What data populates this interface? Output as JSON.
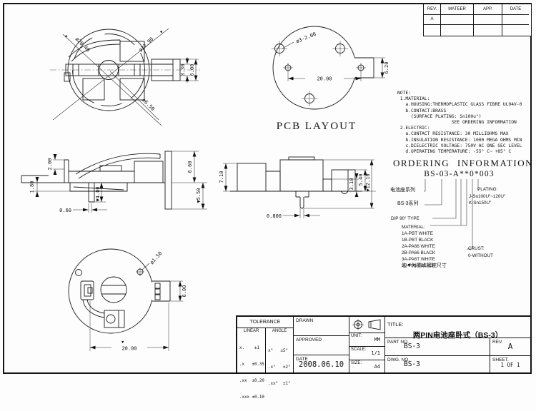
{
  "meta": {
    "background": "#fdfdfd",
    "line_color": "#1a1a1a"
  },
  "symbols": {
    "key": "▼"
  },
  "rev_table": {
    "col_rev": "REV.",
    "col_mateer": "MATEER",
    "col_app": "APP.",
    "col_date": "DATE",
    "rev_value": "A"
  },
  "note": {
    "lines": [
      "NOTE:",
      " 1.MATERIAL:",
      "   a.HOUSING:THERMOPLASTIC GLASS FIBRE UL94V-0",
      "   b.CONTACT:BRASS",
      "     (SURFACE PLATING: Sn100u\")",
      "                    SEE ORDERING INFORMATION",
      " 2.ELECTRIC:",
      "   a.CONTACT RESISTANCE: 30 MILLIOHMS MAX",
      "   b.INSULATION RESISTANCE: 1000 MEGA OHMS MIN",
      "   c.DIELECTRIC VOLTAGE: 750V AC ONE SEC LEVEL",
      "   d.OPERATING TEMPERATURE: -55° C~ +85° C"
    ]
  },
  "ordering": {
    "title": "ORDERING INFORMATION",
    "code": "BS-03-A**0*003",
    "series_label": "电池座系列",
    "series2_label": "BS-3系列",
    "dip_label": "DIP 90° TYPE",
    "material_title": "MATERIAL:",
    "materials": [
      "1A-PBT WHITE",
      "1B-PBT BLACK",
      "2A-PA66 WHITE",
      "2B-PA66 BLACK",
      "3A-PA6T WHITE",
      "3B-PA6T BLACK"
    ],
    "plating_title": "PLATING:",
    "plating_lines": [
      "J-Sn100U\"~120U\"",
      "K-Sn150U\""
    ],
    "crust_title": "CRUST:",
    "crust_line": "0-WITHOUT",
    "key_note": "注▼为重点管控尺寸"
  },
  "views": {
    "top": {
      "d_inner": "ø20.40",
      "d_outer": "ø22.90",
      "d_hole": "ø6.50",
      "tab_h": "6.00",
      "tab_inner": "3.30"
    },
    "pcb": {
      "label": "PCB LAYOUT",
      "holes": "ø3-2.00",
      "pitch": "20.00",
      "tab": "6.20"
    },
    "side_a": {
      "d1": "2.00",
      "d2": "1.80",
      "d3": "0.60",
      "d4": "▼4.00",
      "d5": "6.60",
      "d6": "▼5.50"
    },
    "side_b": {
      "d1": "7.10",
      "d2": "5.40",
      "d3": "3.10",
      "d4": "▼12.10",
      "d5": "0.800"
    },
    "bottom": {
      "hole": "ø1.50",
      "pitch": "20.00",
      "tab": "6.00"
    }
  },
  "title_block": {
    "tolerance": {
      "title": "TOLERANCE",
      "linear": "LINEAR",
      "angle": "ANGLE",
      "linear_rows": [
        "x.    ±1",
        ".x   ±0.35",
        ".xx  ±0.20",
        ".xxx ±0.10"
      ],
      "angle_rows": [
        "x°   ±5°",
        ".x°   ±2°",
        ".xx°  ±1°"
      ]
    },
    "drawn": "DRAWN",
    "approved": "APPROVED",
    "date": "DATE",
    "date_value": "2008.06.10",
    "unit": "UNIT:",
    "unit_value": "MM",
    "scale": "SCALE:",
    "scale_value": "1/1",
    "size": "SIZE:",
    "size_value": "A4",
    "title_label": "TITLE:",
    "title_value": "两PIN电池座卧式（BS-3）",
    "part_label": "PART NO.",
    "part_value": "BS-3",
    "rev_label": "REV.",
    "rev_value": "A",
    "dwg_label": "DWG. NO.",
    "dwg_value": "BS-3",
    "sheet_label": "SHEET.",
    "sheet_value": "1 OF 1"
  }
}
